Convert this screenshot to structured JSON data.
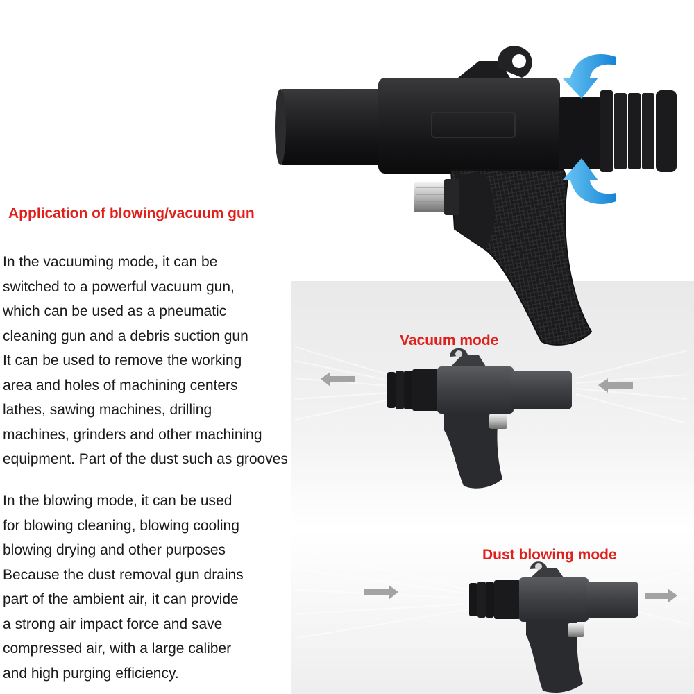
{
  "heading": "Application of blowing/vacuum gun",
  "paragraph1": [
    "In the vacuuming mode, it can be",
    "switched to a powerful vacuum gun,",
    "which can be used as a pneumatic",
    "cleaning gun and a debris suction gun",
    "It can be used to remove the working",
    "area and holes of machining centers",
    "lathes, sawing machines, drilling",
    "machines, grinders and other machining",
    "equipment. Part of the dust such as grooves"
  ],
  "paragraph2": [
    "In the blowing mode, it can be used",
    "for blowing cleaning, blowing cooling",
    "blowing drying and other purposes",
    "Because the dust removal gun drains",
    "part of the ambient air, it can provide",
    "a strong air impact force and save",
    "compressed air, with a large caliber",
    "and high purging efficiency."
  ],
  "modes": {
    "vacuum_label": "Vacuum mode",
    "dust_label": "Dust blowing mode"
  },
  "colors": {
    "heading_red": "#e0201b",
    "arrow_blue": "#1e9be0",
    "gun_black": "#1f1f21",
    "flow_arrow_gray": "#9a9a9a"
  },
  "icons": {
    "curved_arrows": "curved-airflow-arrow-icon",
    "flow_arrows": "airflow-direction-arrow-icon"
  }
}
